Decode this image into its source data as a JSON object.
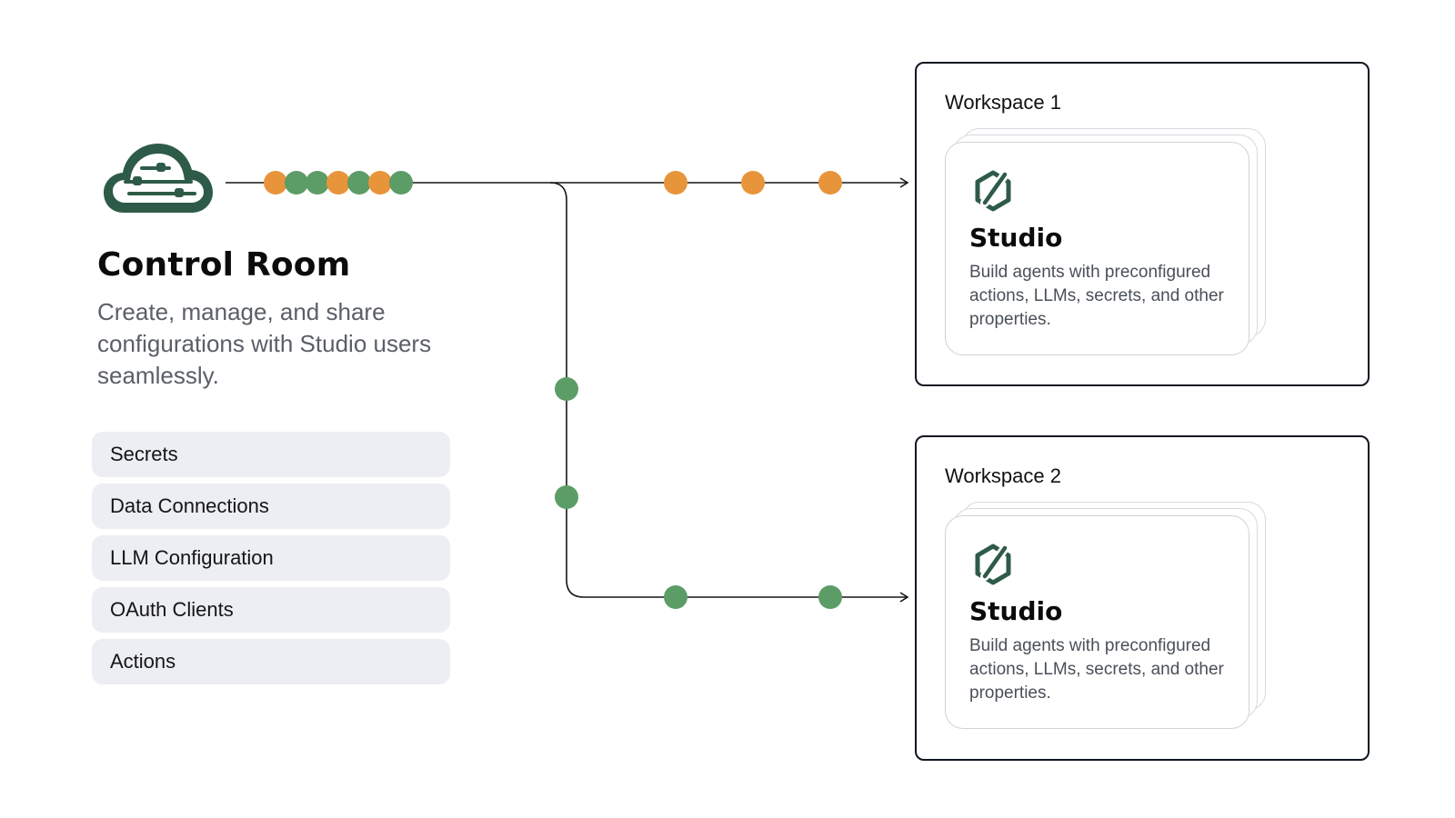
{
  "colors": {
    "orange": "#E8943A",
    "green": "#5C9C66",
    "dark_green": "#2E5B48",
    "line": "#151515"
  },
  "control_room": {
    "icon": "cloud-sliders-icon",
    "title": "Control Room",
    "description": "Create, manage, and share configurations with Studio users seamlessly.",
    "items": [
      {
        "label": "Secrets"
      },
      {
        "label": "Data Connections"
      },
      {
        "label": "LLM Configuration"
      },
      {
        "label": "OAuth Clients"
      },
      {
        "label": "Actions"
      }
    ]
  },
  "flow": {
    "source_dots": [
      "orange",
      "green",
      "green",
      "orange",
      "green",
      "orange",
      "green"
    ],
    "to_workspace_1_dots": [
      "orange",
      "orange",
      "orange"
    ],
    "vertical_dots": [
      "green",
      "green"
    ],
    "to_workspace_2_dots": [
      "green",
      "green"
    ]
  },
  "workspaces": [
    {
      "title": "Workspace 1",
      "studio": {
        "icon": "studio-pen-icon",
        "title": "Studio",
        "description": "Build agents with preconfigured actions, LLMs, secrets, and other properties."
      }
    },
    {
      "title": "Workspace 2",
      "studio": {
        "icon": "studio-pen-icon",
        "title": "Studio",
        "description": "Build agents with preconfigured actions, LLMs, secrets, and other properties."
      }
    }
  ]
}
